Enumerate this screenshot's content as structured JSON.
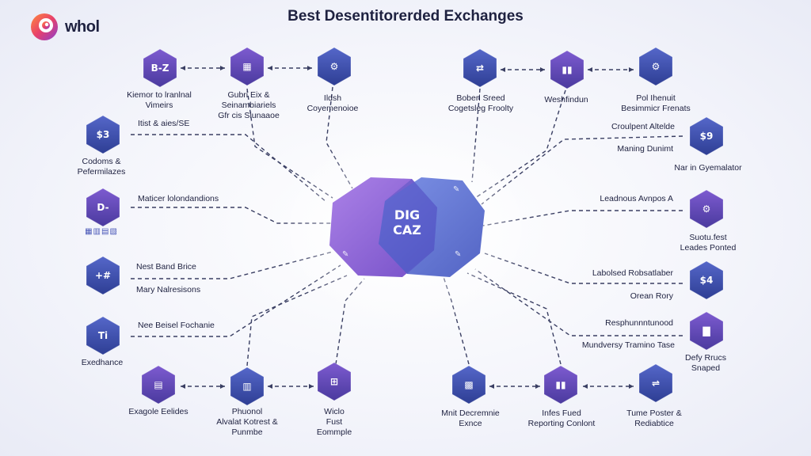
{
  "brand": {
    "name": "whol",
    "logo_icon": "spiral-logo-icon"
  },
  "title": "Best Desentitorerded Exchanges",
  "center": {
    "glyph_line1": "DIG",
    "glyph_line2": "CAZ",
    "left_color": "#8b5bd6",
    "right_color": "#4f69cf"
  },
  "colors": {
    "purple": "#6f4fc0",
    "blue": "#3d4fb0",
    "connector": "#3a3f63"
  },
  "nodes": [
    {
      "id": "n1",
      "glyph": "B-Z",
      "label": "Kiemor to lranlnal\nVimeirs"
    },
    {
      "id": "n2",
      "glyph": "▦",
      "label": "Gubri Eix &\nSeinambiariels\nGfr cis Siunaaoe"
    },
    {
      "id": "n3",
      "glyph": "⚙",
      "label": "Ildsh\nCoyemenoioe"
    },
    {
      "id": "n4",
      "glyph": "⇄",
      "label": "Boberl Sreed\nCogetsleg Froolty"
    },
    {
      "id": "n5",
      "glyph": "▮▮",
      "label": "Weshfindun"
    },
    {
      "id": "n6",
      "glyph": "⚙",
      "label": "Pol Ihenuit\nBesimmicr Frenats"
    },
    {
      "id": "n7",
      "glyph": "$3",
      "label": "Codoms &\nPefermilazes"
    },
    {
      "id": "n8",
      "glyph": "$9",
      "label": "Nar in Gyemalator"
    },
    {
      "id": "n9",
      "glyph": "D-",
      "label": ""
    },
    {
      "id": "n10",
      "glyph": "⚙",
      "label": "Suotu.fest\nLeades Ponted"
    },
    {
      "id": "n11",
      "glyph": "+#",
      "label": ""
    },
    {
      "id": "n12",
      "glyph": "$4",
      "label": ""
    },
    {
      "id": "n13",
      "glyph": "Ti",
      "label": "Exedhance"
    },
    {
      "id": "n14",
      "glyph": "▇",
      "label": "Defy Rrucs\nSnaped"
    },
    {
      "id": "n15",
      "glyph": "▤",
      "label": "Exagole Eelides"
    },
    {
      "id": "n16",
      "glyph": "▥",
      "label": "Phuonol\nAlvalat Kotrest &\nPunmbe"
    },
    {
      "id": "n17",
      "glyph": "⊞",
      "label": "Wiclo\nFust\nEommple"
    },
    {
      "id": "n18",
      "glyph": "▩",
      "label": "Mnit Decremnie\nExnce"
    },
    {
      "id": "n19",
      "glyph": "▮▮",
      "label": "Infes Fued\nReporting Conlont"
    },
    {
      "id": "n20",
      "glyph": "⇌",
      "label": "Tume Poster &\nRediabtice"
    }
  ],
  "spoke_labels": [
    {
      "id": "s1",
      "text": "Itist & aies/SE"
    },
    {
      "id": "s2",
      "text": "Maticer lolondandions"
    },
    {
      "id": "s3",
      "text": "Nest Band Brice"
    },
    {
      "id": "s4",
      "text": "Mary Nalresisons"
    },
    {
      "id": "s5",
      "text": "Nee Beisel Fochanie"
    },
    {
      "id": "s6",
      "text": "Croulpent Altelde"
    },
    {
      "id": "s7",
      "text": "Maning Dunimt"
    },
    {
      "id": "s8",
      "text": "Leadnous Avnpos A"
    },
    {
      "id": "s9",
      "text": "Labolsed Robsatlaber"
    },
    {
      "id": "s10",
      "text": "Orean Rory"
    },
    {
      "id": "s11",
      "text": "Resphunnntunood"
    },
    {
      "id": "s12",
      "text": "Mundversy Tramino Tase"
    }
  ],
  "watermark_text": "▦▥▤▧"
}
